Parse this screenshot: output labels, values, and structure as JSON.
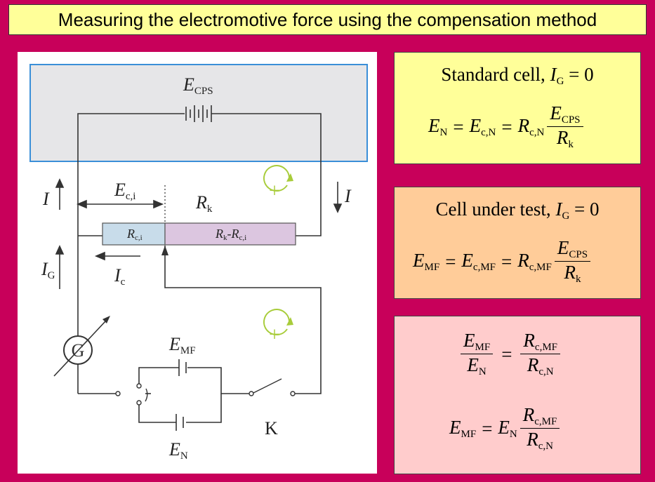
{
  "title": "Measuring the electromotive force using the compensation method",
  "circuit": {
    "battery_label": "E",
    "battery_sub": "CPS",
    "current_I": "I",
    "current_IG": "I",
    "current_IG_sub": "G",
    "current_Ic": "I",
    "current_Ic_sub": "c",
    "Eci": "E",
    "Eci_sub": "c,i",
    "Rk": "R",
    "Rk_sub": "k",
    "Rci": "R",
    "Rci_sub": "c,i",
    "Rk_minus_Rci": "R",
    "Rk_minus_Rci_sub1": "k",
    "Rk_minus_Rci_mid": "-R",
    "Rk_minus_Rci_sub2": "c,i",
    "galvanometer": "G",
    "EMF": "E",
    "EMF_sub": "MF",
    "EN": "E",
    "EN_sub": "N",
    "switch_label": "K",
    "plus_symbol": "+"
  },
  "box1": {
    "heading": "Standard cell,",
    "heading_var": "I",
    "heading_sub": "G",
    "heading_eq": "= 0",
    "eq": {
      "lhs": "E",
      "lhs_sub": "N",
      "mid": "E",
      "mid_sub": "c,N",
      "r": "R",
      "r_sub": "c,N",
      "num": "E",
      "num_sub": "CPS",
      "den": "R",
      "den_sub": "k",
      "equals": "="
    }
  },
  "box2": {
    "heading": "Cell under test,",
    "heading_var": "I",
    "heading_sub": "G",
    "heading_eq": "= 0",
    "eq": {
      "lhs": "E",
      "lhs_sub": "MF",
      "mid": "E",
      "mid_sub": "c,MF",
      "r": "R",
      "r_sub": "c,MF",
      "num": "E",
      "num_sub": "CPS",
      "den": "R",
      "den_sub": "k",
      "equals": "="
    }
  },
  "box3": {
    "eq1": {
      "n1": "E",
      "n1_sub": "MF",
      "d1": "E",
      "d1_sub": "N",
      "n2": "R",
      "n2_sub": "c,MF",
      "d2": "R",
      "d2_sub": "c,N",
      "equals": "="
    },
    "eq2": {
      "lhs": "E",
      "lhs_sub": "MF",
      "r": "E",
      "r_sub": "N",
      "num": "R",
      "num_sub": "c,MF",
      "den": "R",
      "den_sub": "c,N",
      "equals": "="
    }
  },
  "colors": {
    "background": "#c8005a",
    "title_bg": "#ffff99",
    "box1_bg": "#ffff99",
    "box2_bg": "#ffcc99",
    "box3_bg": "#ffcccc",
    "battery_region": "#e6e6e8",
    "battery_border": "#3a8fd8",
    "rci_fill": "#c8dcea",
    "rk_fill": "#dcc6e0",
    "loop_arrow": "#a8cc3a"
  }
}
